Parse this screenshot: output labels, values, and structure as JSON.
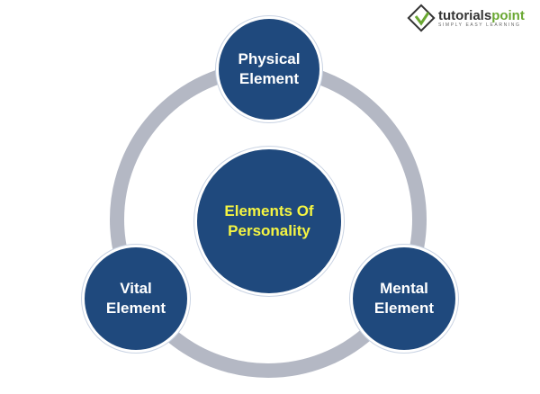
{
  "logo": {
    "name_part1": "tutorials",
    "name_part2": "point",
    "tagline": "SIMPLY EASY LEARNING"
  },
  "center": {
    "line1": "Elements Of",
    "line2": "Personality"
  },
  "nodes": [
    {
      "line1": "Physical",
      "line2": "Element"
    },
    {
      "line1": "Vital",
      "line2": "Element"
    },
    {
      "line1": "Mental",
      "line2": "Element"
    }
  ],
  "colors": {
    "node": "#1f497d",
    "ring": "#b4b8c4",
    "center_text": "#f5f542"
  }
}
